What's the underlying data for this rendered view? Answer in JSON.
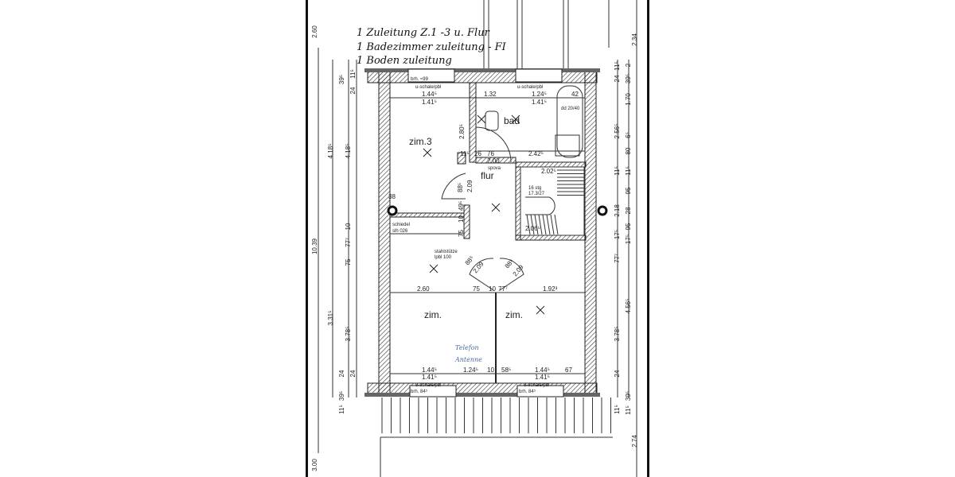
{
  "handwritten_notes": [
    "1 Zuleitung Z.1 -3 u. Flur",
    "1 Badezimmer zuleitung - FI",
    "1 Boden zuleitung"
  ],
  "blue_note": [
    "Telefon",
    "Antenne"
  ],
  "rooms": {
    "zim3": "zim.3",
    "bad": "bad",
    "flur": "flur",
    "zim_left": "zim.",
    "zim_right": "zim."
  },
  "labels": {
    "window_top_left": "brh. ≈99",
    "lintel_top_left": "u-schale/pbl",
    "lintel_top_right": "u-schale/pbl",
    "schiedel": "schiedel",
    "schiedel_size": "slh 026",
    "stahlstuetze": "stahlstütze",
    "stahlstuetze_size": "lpbl 100",
    "stairs": "16 stg",
    "stairs_ratio": "17.3/27",
    "shower": "dd 20/40",
    "window_bottom_left": "brh. 84⁵",
    "window_bottom_right": "brh. 84⁵",
    "lintel_bottom_left": "u-schale/pbl",
    "lintel_bottom_right": "u-schale/pbl",
    "spova": "spova"
  },
  "dimensions": {
    "top_left_window_w": "1.44⁵",
    "top_left_window_w2": "1.41⁵",
    "top_right_window_w": "1.24⁵",
    "top_right_window_w2": "1.41⁵",
    "bath_height": "2.80⁵",
    "d_11": "11⁵",
    "d_26": "26",
    "d_76": "76",
    "d_200": "2.00",
    "d_2425": "2.42⁵",
    "d_2025": "2.02⁵",
    "d_2065": "2.06⁵",
    "d_38": "38",
    "d_885a": "88⁵",
    "d_209a": "2.09",
    "d_495": "49⁵",
    "d_10": "10",
    "d_75": "75",
    "d_885b": "88⁵",
    "d_209b": "2.09",
    "d_885c": "88⁵",
    "d_209c": "2.09",
    "mid_260": "2.60",
    "mid_75": "75",
    "mid_10": "10",
    "mid_777": "77⁷",
    "mid_1923": "1.92³",
    "bot_1445a": "1.44⁵",
    "bot_1415a": "1.41⁵",
    "bot_1245": "1.24⁵",
    "bot_10": "10",
    "bot_585": "58⁵",
    "bot_1445b": "1.44⁵",
    "bot_1415b": "1.41⁵",
    "bot_67": "67",
    "bath_132": "1.32",
    "bath_42": "42",
    "left": [
      "2.60",
      "10.39",
      "3.00",
      "4.18⁵",
      "3.31⁵",
      "39⁵",
      "4.18⁵",
      "10",
      "3.78⁵",
      "39⁵",
      "11⁵",
      "24",
      "24",
      "77⁷",
      "75",
      "11⁵",
      "24"
    ],
    "right": [
      "2.34",
      "2.56⁵",
      "2.18",
      "3.78⁵",
      "2.74",
      "11⁵",
      "24",
      "11⁵",
      "77⁷",
      "17⁵",
      "24",
      "11⁵",
      "1.70",
      "80",
      "95",
      "95",
      "4.56⁵",
      "2",
      "39⁵",
      "6⁵",
      "11⁵",
      "28",
      "17⁵",
      "39⁵",
      "11⁵"
    ]
  },
  "colors": {
    "ink": "#222222",
    "blue_pen": "#4a6f9e",
    "page_edge": "#111111"
  }
}
